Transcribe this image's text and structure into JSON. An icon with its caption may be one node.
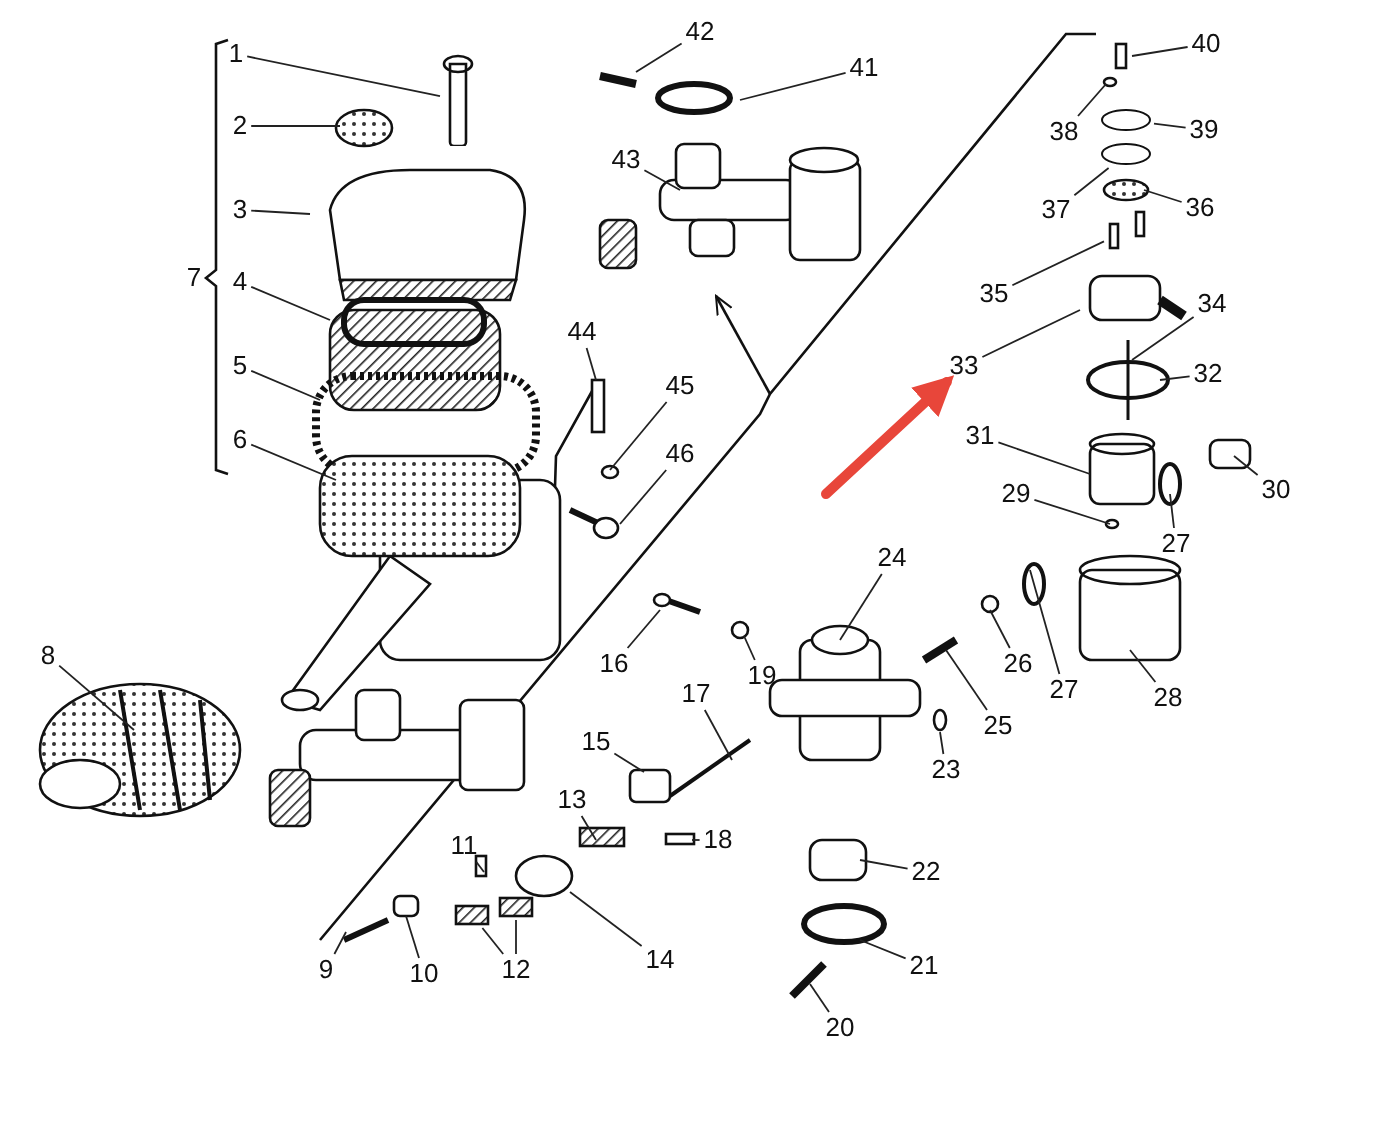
{
  "diagram": {
    "nodes": [
      {
        "text": [
          "1"
        ]
      },
      {
        "text": [
          "2"
        ]
      },
      {
        "text": [
          "3"
        ]
      },
      {
        "text": [
          "4"
        ]
      },
      {
        "text": [
          "5"
        ]
      },
      {
        "text": [
          "6"
        ]
      },
      {
        "text": [
          "8"
        ]
      },
      {
        "text": [
          "9"
        ]
      },
      {
        "text": [
          "10"
        ]
      },
      {
        "text": [
          "11"
        ]
      },
      {
        "text": [
          "12"
        ]
      },
      {
        "text": [
          "13"
        ]
      },
      {
        "text": [
          "14"
        ]
      },
      {
        "text": [
          "15"
        ]
      },
      {
        "text": [
          "16"
        ]
      },
      {
        "text": [
          "17"
        ]
      },
      {
        "text": [
          "18"
        ]
      },
      {
        "text": [
          "19"
        ]
      },
      {
        "text": [
          "20"
        ]
      },
      {
        "text": [
          "21"
        ]
      },
      {
        "text": [
          "22"
        ]
      },
      {
        "text": [
          "23"
        ]
      },
      {
        "text": [
          "24"
        ]
      },
      {
        "text": [
          "25"
        ]
      },
      {
        "text": [
          "26"
        ]
      },
      {
        "text": [
          "27"
        ]
      },
      {
        "text": [
          "28"
        ]
      },
      {
        "text": [
          "29"
        ]
      },
      {
        "text": [
          "27"
        ]
      },
      {
        "text": [
          "30"
        ]
      },
      {
        "text": [
          "31"
        ]
      },
      {
        "text": [
          "32"
        ]
      },
      {
        "text": [
          "33"
        ]
      },
      {
        "text": [
          "34"
        ]
      },
      {
        "text": [
          "35"
        ]
      },
      {
        "text": [
          "36"
        ]
      },
      {
        "text": [
          "37"
        ]
      },
      {
        "text": [
          "38"
        ]
      },
      {
        "text": [
          "39"
        ]
      },
      {
        "text": [
          "40"
        ]
      },
      {
        "text": [
          "41"
        ]
      },
      {
        "text": [
          "42"
        ]
      },
      {
        "text": [
          "43"
        ]
      },
      {
        "text": [
          "44"
        ]
      },
      {
        "text": [
          "45"
        ]
      },
      {
        "text": [
          "46"
        ]
      },
      {
        "text": [],
        "shape": "box"
      },
      {
        "text": [],
        "shape": "box"
      },
      {
        "text": [],
        "shape": "picture"
      },
      {
        "text": [],
        "shape": "circle"
      },
      {
        "text": [],
        "shape": "circle"
      },
      {
        "text": [],
        "shape": "cylinder"
      }
    ],
    "edges": [
      {
        "from": 0,
        "to": 51,
        "arrow": "none"
      },
      {
        "from": 1,
        "to": null,
        "arrow": "none"
      },
      {
        "from": 2,
        "to": null,
        "arrow": "none"
      },
      {
        "from": 3,
        "to": null,
        "arrow": "none"
      },
      {
        "from": 4,
        "to": null,
        "arrow": "none"
      },
      {
        "from": 5,
        "to": null,
        "arrow": "none"
      },
      {
        "from": 6,
        "to": null,
        "arrow": "none"
      },
      {
        "from": 7,
        "to": null,
        "arrow": "none"
      },
      {
        "from": 8,
        "to": null,
        "arrow": "none"
      },
      {
        "from": 9,
        "to": null,
        "arrow": "none"
      },
      {
        "from": 10,
        "to": 46,
        "arrow": "none"
      },
      {
        "from": 10,
        "to": 47,
        "arrow": "none"
      },
      {
        "from": 11,
        "to": null,
        "arrow": "none"
      },
      {
        "from": 12,
        "to": null,
        "arrow": "none"
      },
      {
        "from": 13,
        "to": null,
        "arrow": "none"
      },
      {
        "from": 14,
        "to": null,
        "arrow": "none"
      },
      {
        "from": 15,
        "to": null,
        "arrow": "none"
      },
      {
        "from": 16,
        "to": null,
        "arrow": "none"
      },
      {
        "from": 17,
        "to": null,
        "arrow": "none"
      },
      {
        "from": 18,
        "to": null,
        "arrow": "none"
      },
      {
        "from": 19,
        "to": null,
        "arrow": "none"
      },
      {
        "from": 20,
        "to": null,
        "arrow": "none"
      },
      {
        "from": 21,
        "to": null,
        "arrow": "none"
      },
      {
        "from": 22,
        "to": null,
        "arrow": "none"
      },
      {
        "from": 23,
        "to": null,
        "arrow": "none"
      },
      {
        "from": 24,
        "to": null,
        "arrow": "none"
      },
      {
        "from": 25,
        "to": null,
        "arrow": "none"
      },
      {
        "from": 26,
        "to": null,
        "arrow": "none"
      },
      {
        "from": 27,
        "to": null,
        "arrow": "none"
      },
      {
        "from": 28,
        "to": null,
        "arrow": "none"
      },
      {
        "from": 29,
        "to": null,
        "arrow": "none"
      },
      {
        "from": 30,
        "to": null,
        "arrow": "none"
      },
      {
        "from": 31,
        "to": null,
        "arrow": "none"
      },
      {
        "from": 32,
        "to": null,
        "arrow": "none"
      },
      {
        "from": 33,
        "to": null,
        "arrow": "none"
      },
      {
        "from": 34,
        "to": 48,
        "arrow": "none"
      },
      {
        "from": 35,
        "to": null,
        "arrow": "none"
      },
      {
        "from": 36,
        "to": 50,
        "arrow": "none"
      },
      {
        "from": 37,
        "to": null,
        "arrow": "none"
      },
      {
        "from": 38,
        "to": 49,
        "arrow": "none"
      },
      {
        "from": 39,
        "to": null,
        "arrow": "none"
      },
      {
        "from": 40,
        "to": null,
        "arrow": "none"
      },
      {
        "from": 41,
        "to": null,
        "arrow": "none"
      },
      {
        "from": 42,
        "to": null,
        "arrow": "none"
      },
      {
        "from": 43,
        "to": null,
        "arrow": "none"
      },
      {
        "from": 44,
        "to": null,
        "arrow": "none"
      },
      {
        "from": 45,
        "to": null,
        "arrow": "none"
      },
      {
        "from": null,
        "to": 32,
        "arrow": "to",
        "style": "thick",
        "color": "#e8463a"
      }
    ],
    "labels": [
      "7"
    ]
  }
}
